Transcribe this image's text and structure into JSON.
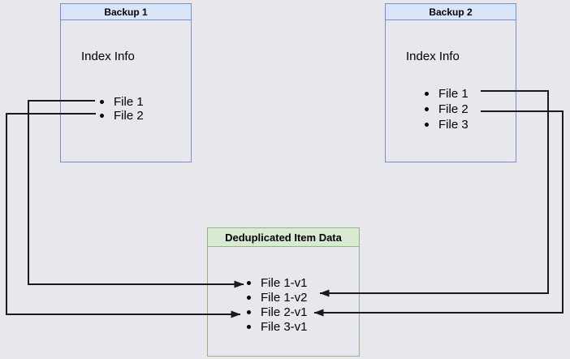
{
  "page": {
    "background_color": "#e8e7ee",
    "arrow_color": "#1a1a1a"
  },
  "boxes": {
    "backup1": {
      "title": "Backup 1",
      "subtitle": "Index Info",
      "items": [
        "File 1",
        "File 2"
      ],
      "border_color": "#7590c3",
      "header_fill": "#d9e5f8"
    },
    "backup2": {
      "title": "Backup 2",
      "subtitle": "Index Info",
      "items": [
        "File 1",
        "File 2",
        "File 3"
      ],
      "border_color": "#7590c3",
      "header_fill": "#d9e5f8"
    },
    "dedup": {
      "title": "Deduplicated Item Data",
      "items": [
        "File 1-v1",
        "File 1-v2",
        "File 2-v1",
        "File 3-v1"
      ],
      "border_color": "#8dba79",
      "header_fill": "#d8ead3"
    }
  },
  "connections": [
    {
      "from": "Backup 1 / File 1",
      "to": "Deduplicated Item Data / File 1-v1",
      "route": "left"
    },
    {
      "from": "Backup 1 / File 2",
      "to": "Deduplicated Item Data / File 2-v1",
      "route": "left"
    },
    {
      "from": "Backup 2 / File 1",
      "to": "Deduplicated Item Data / File 1-v2",
      "route": "right"
    },
    {
      "from": "Backup 2 / File 2",
      "to": "Deduplicated Item Data / File 2-v1",
      "route": "right"
    }
  ]
}
